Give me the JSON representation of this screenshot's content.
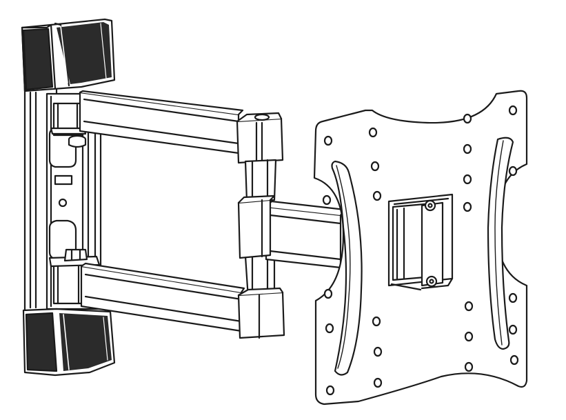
{
  "drawing": {
    "subject": "tv-wall-mount-full-motion-bracket",
    "stroke_color": "#1a1a1a",
    "fill_color": "#ffffff",
    "shade_color": "#2b2b2b",
    "parts": {
      "wall_plate": "wall-plate",
      "upper_arm": "upper-arm",
      "lower_arm": "lower-arm",
      "elbow_joint": "elbow-joint",
      "front_arm": "front-arm",
      "vesa_plate": "vesa-plate",
      "tilt_bracket": "tilt-bracket"
    }
  }
}
